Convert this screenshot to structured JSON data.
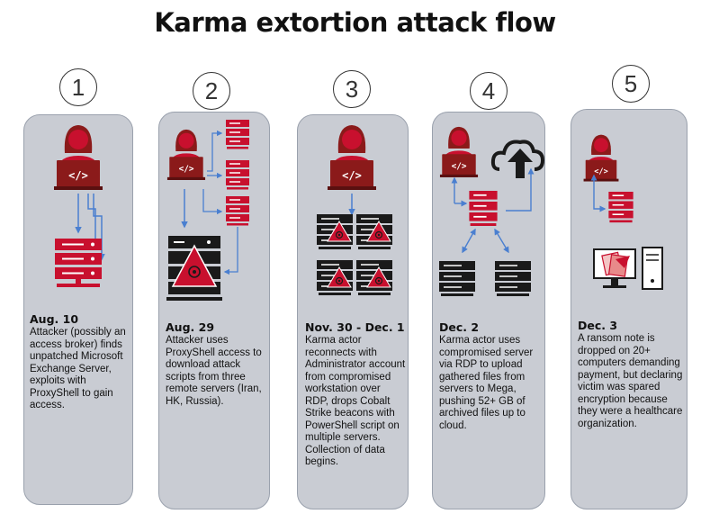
{
  "title": "Karma extortion attack flow",
  "colors": {
    "panel": "#c9ccd3",
    "accent_red": "#c8102e",
    "dark_red": "#8b1a1a",
    "server_black": "#1a1a1a",
    "arrow_blue": "#4a7fd0"
  },
  "steps": [
    {
      "number": "1",
      "date": "Aug. 10",
      "text": "Attacker (possibly an access broker) finds unpatched Microsoft Exchange Server, exploits with ProxyShell to gain access.",
      "icons": [
        "attacker-icon",
        "laptop-icon",
        "red-server-icon"
      ]
    },
    {
      "number": "2",
      "date": "Aug. 29",
      "text": "Attacker uses ProxyShell access to download attack scripts from three remote servers (Iran, HK, Russia).",
      "icons": [
        "attacker-icon",
        "remote-server-icon",
        "infected-server-icon"
      ]
    },
    {
      "number": "3",
      "date": "Nov. 30 - Dec. 1",
      "text": "Karma actor reconnects with Administrator account from compromised workstation over RDP, drops Cobalt Strike beacons with PowerShell script on multiple servers. Collection of data begins.",
      "icons": [
        "attacker-icon",
        "infected-server-icon"
      ]
    },
    {
      "number": "4",
      "date": "Dec. 2",
      "text": "Karma actor uses compromised server via RDP to upload gathered files from servers to Mega, pushing 52+ GB of archived files up to cloud.",
      "icons": [
        "attacker-icon",
        "cloud-upload-icon",
        "red-server-icon",
        "server-icon"
      ]
    },
    {
      "number": "5",
      "date": "Dec. 3",
      "text": "A ransom note is dropped on 20+ computers demanding payment, but declaring victim was spared encryption because they were a healthcare organization.",
      "icons": [
        "attacker-icon",
        "red-server-icon",
        "computer-icon",
        "ransom-note-icon"
      ]
    }
  ]
}
